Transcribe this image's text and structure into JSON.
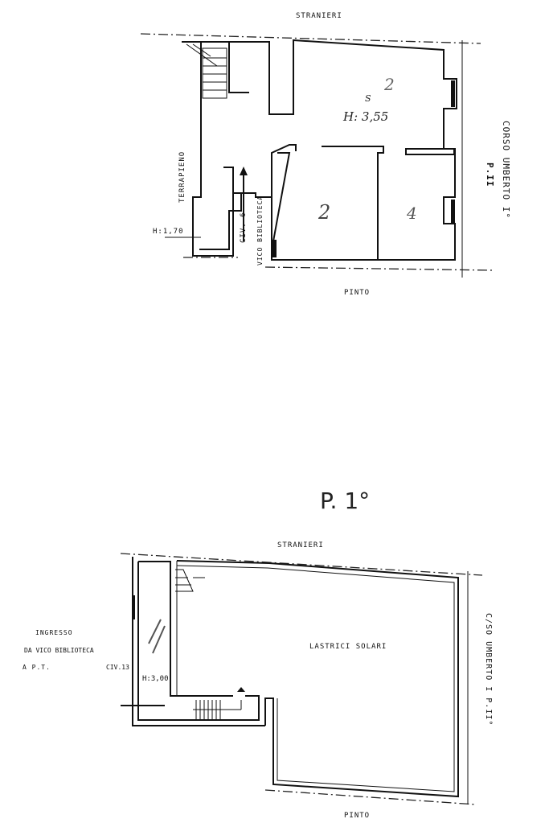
{
  "ground_floor": {
    "street_top": "STRANIERI",
    "street_bottom": "PINTO",
    "street_right": "CORSO UMBERTO I°",
    "floor_mark": "P.II",
    "left_label": "TERRAPIENO",
    "height_small": "H:1,70",
    "height_main": "H: 3,55",
    "civic": "CIV. 6",
    "alley": "VICO BIBLIOTECA",
    "room_marks": [
      "S",
      "2",
      "2",
      "4"
    ]
  },
  "first_floor": {
    "title": "P. 1°",
    "street_top": "STRANIERI",
    "street_bottom": "PINTO",
    "street_right": "C/SO UMBERTO I P.II°",
    "entrance_line1": "INGRESSO",
    "entrance_line2": "DA VICO BIBLIOTECA",
    "entrance_line3": "A P.T.",
    "civic": "CIV.13",
    "height": "H:3,00",
    "area_label": "LASTRICI SOLARI"
  }
}
